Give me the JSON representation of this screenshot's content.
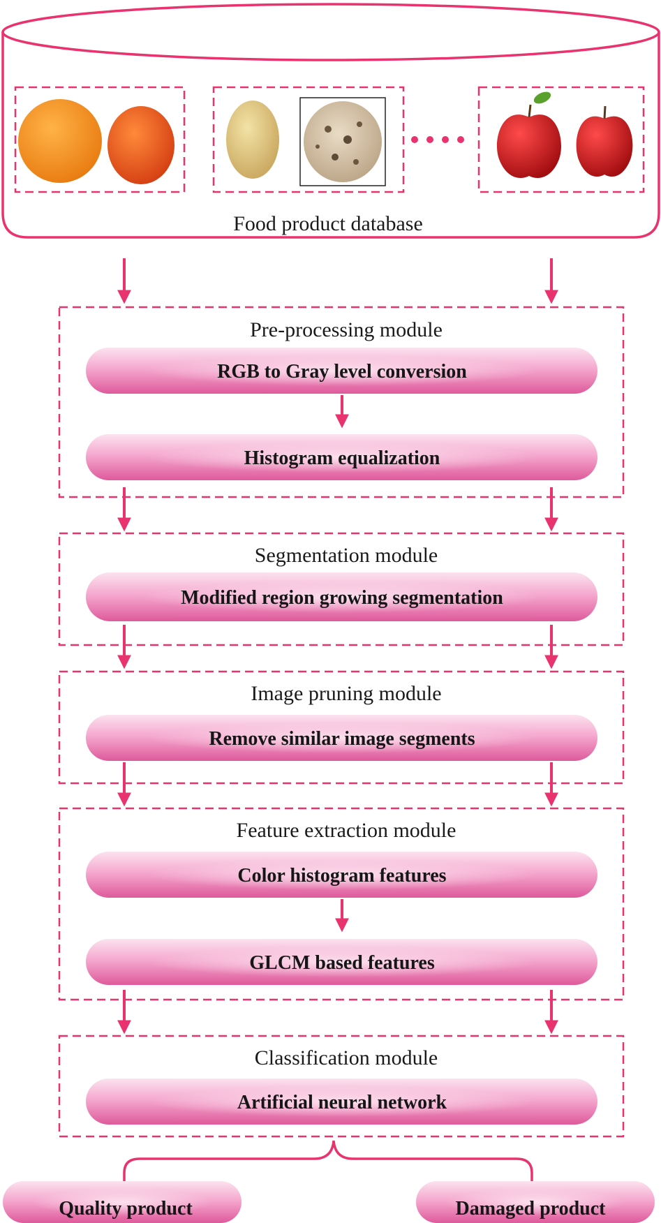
{
  "colors": {
    "accent": "#e8336f",
    "pill_light": "#fbe3ef",
    "pill_mid": "#f29cc6",
    "pill_dark": "#de5a9b"
  },
  "database": {
    "label": "Food product database",
    "groups": [
      {
        "name": "orange-group",
        "items": [
          "orange",
          "orange"
        ]
      },
      {
        "name": "potato-group",
        "items": [
          "potato",
          "damaged potato"
        ]
      },
      {
        "name": "apple-group",
        "items": [
          "apple",
          "apple"
        ]
      }
    ],
    "ellipsis": "...."
  },
  "modules": {
    "preprocessing": {
      "title": "Pre-processing module",
      "steps": [
        "RGB to Gray level conversion",
        "Histogram equalization"
      ]
    },
    "segmentation": {
      "title": "Segmentation module",
      "steps": [
        "Modified region growing segmentation"
      ]
    },
    "pruning": {
      "title": "Image pruning module",
      "steps": [
        "Remove similar image segments"
      ]
    },
    "feature": {
      "title": "Feature extraction module",
      "steps": [
        "Color histogram features",
        "GLCM based features"
      ]
    },
    "classification": {
      "title": "Classification module",
      "steps": [
        "Artificial neural network"
      ]
    }
  },
  "outputs": {
    "quality": "Quality product",
    "damaged": "Damaged product"
  }
}
